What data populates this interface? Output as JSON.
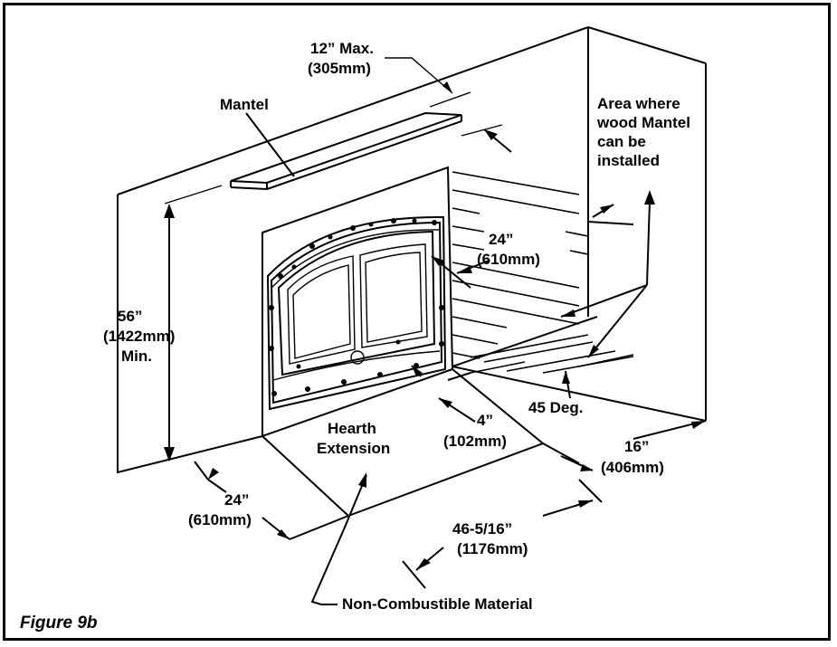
{
  "labels": {
    "mantel_max_1": "12” Max.",
    "mantel_max_2": "(305mm)",
    "mantel": "Mantel",
    "area_1": "Area where",
    "area_2": "wood Mantel",
    "area_3": "can be",
    "area_4": "installed",
    "side_24_1": "24”",
    "side_24_2": "(610mm)",
    "height_1": "56”",
    "height_2": "(1422mm)",
    "height_3": "Min.",
    "hearth_1": "Hearth",
    "hearth_2": "Extension",
    "front_4_1": "4”",
    "front_4_2": "(102mm)",
    "angle": "45 Deg.",
    "depth_16_1": "16”",
    "depth_16_2": "(406mm)",
    "left_24_1": "24”",
    "left_24_2": "(610mm)",
    "width_1": "46-5/16”",
    "width_2": "(1176mm)",
    "noncomb": "Non-Combustible Material"
  },
  "caption": "Figure 9b"
}
